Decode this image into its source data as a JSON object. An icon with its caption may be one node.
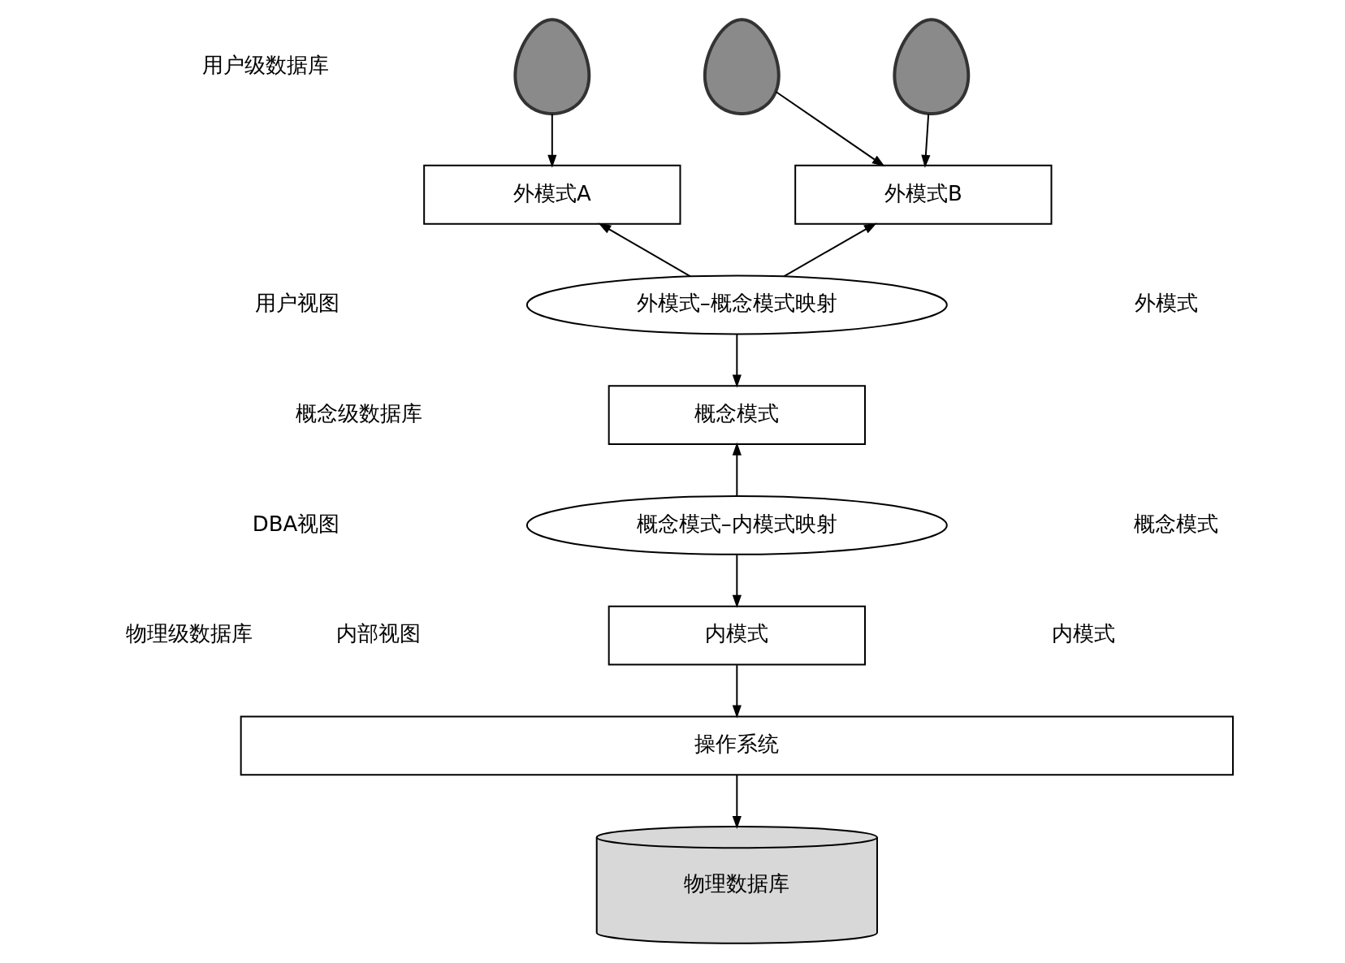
{
  "diagram": {
    "nodes": [
      {
        "text": [],
        "shape": "person"
      },
      {
        "text": [],
        "shape": "person"
      },
      {
        "text": [],
        "shape": "person"
      },
      {
        "text": [
          "外模式A"
        ]
      },
      {
        "text": [
          "外模式B"
        ]
      },
      {
        "text": [
          "外模式–概念模式映射"
        ]
      },
      {
        "text": [
          "概念模式"
        ]
      },
      {
        "text": [
          "概念模式–内模式映射"
        ]
      },
      {
        "text": [
          "内模式"
        ]
      },
      {
        "text": [
          "操作系统"
        ]
      },
      {
        "text": [
          "物理数据库"
        ]
      }
    ],
    "edges": [
      {
        "from": 0,
        "to": 3,
        "arrow": "to"
      },
      {
        "from": 1,
        "to": 4,
        "arrow": "to"
      },
      {
        "from": 2,
        "to": 4,
        "arrow": "to"
      },
      {
        "from": 5,
        "to": 3,
        "arrow": "to"
      },
      {
        "from": 5,
        "to": 4,
        "arrow": "to"
      },
      {
        "from": 5,
        "to": 6,
        "arrow": "to"
      },
      {
        "from": 7,
        "to": 6,
        "arrow": "to"
      },
      {
        "from": 7,
        "to": 8,
        "arrow": "to"
      },
      {
        "from": 8,
        "to": 9,
        "arrow": "to"
      },
      {
        "from": 9,
        "to": 10,
        "arrow": "to"
      }
    ],
    "labels": [
      "用户级数据库",
      "用户视图",
      "外模式",
      "概念级数据库",
      "DBA视图",
      "概念模式",
      "物理级数据库",
      "内部视图",
      "内模式"
    ]
  }
}
